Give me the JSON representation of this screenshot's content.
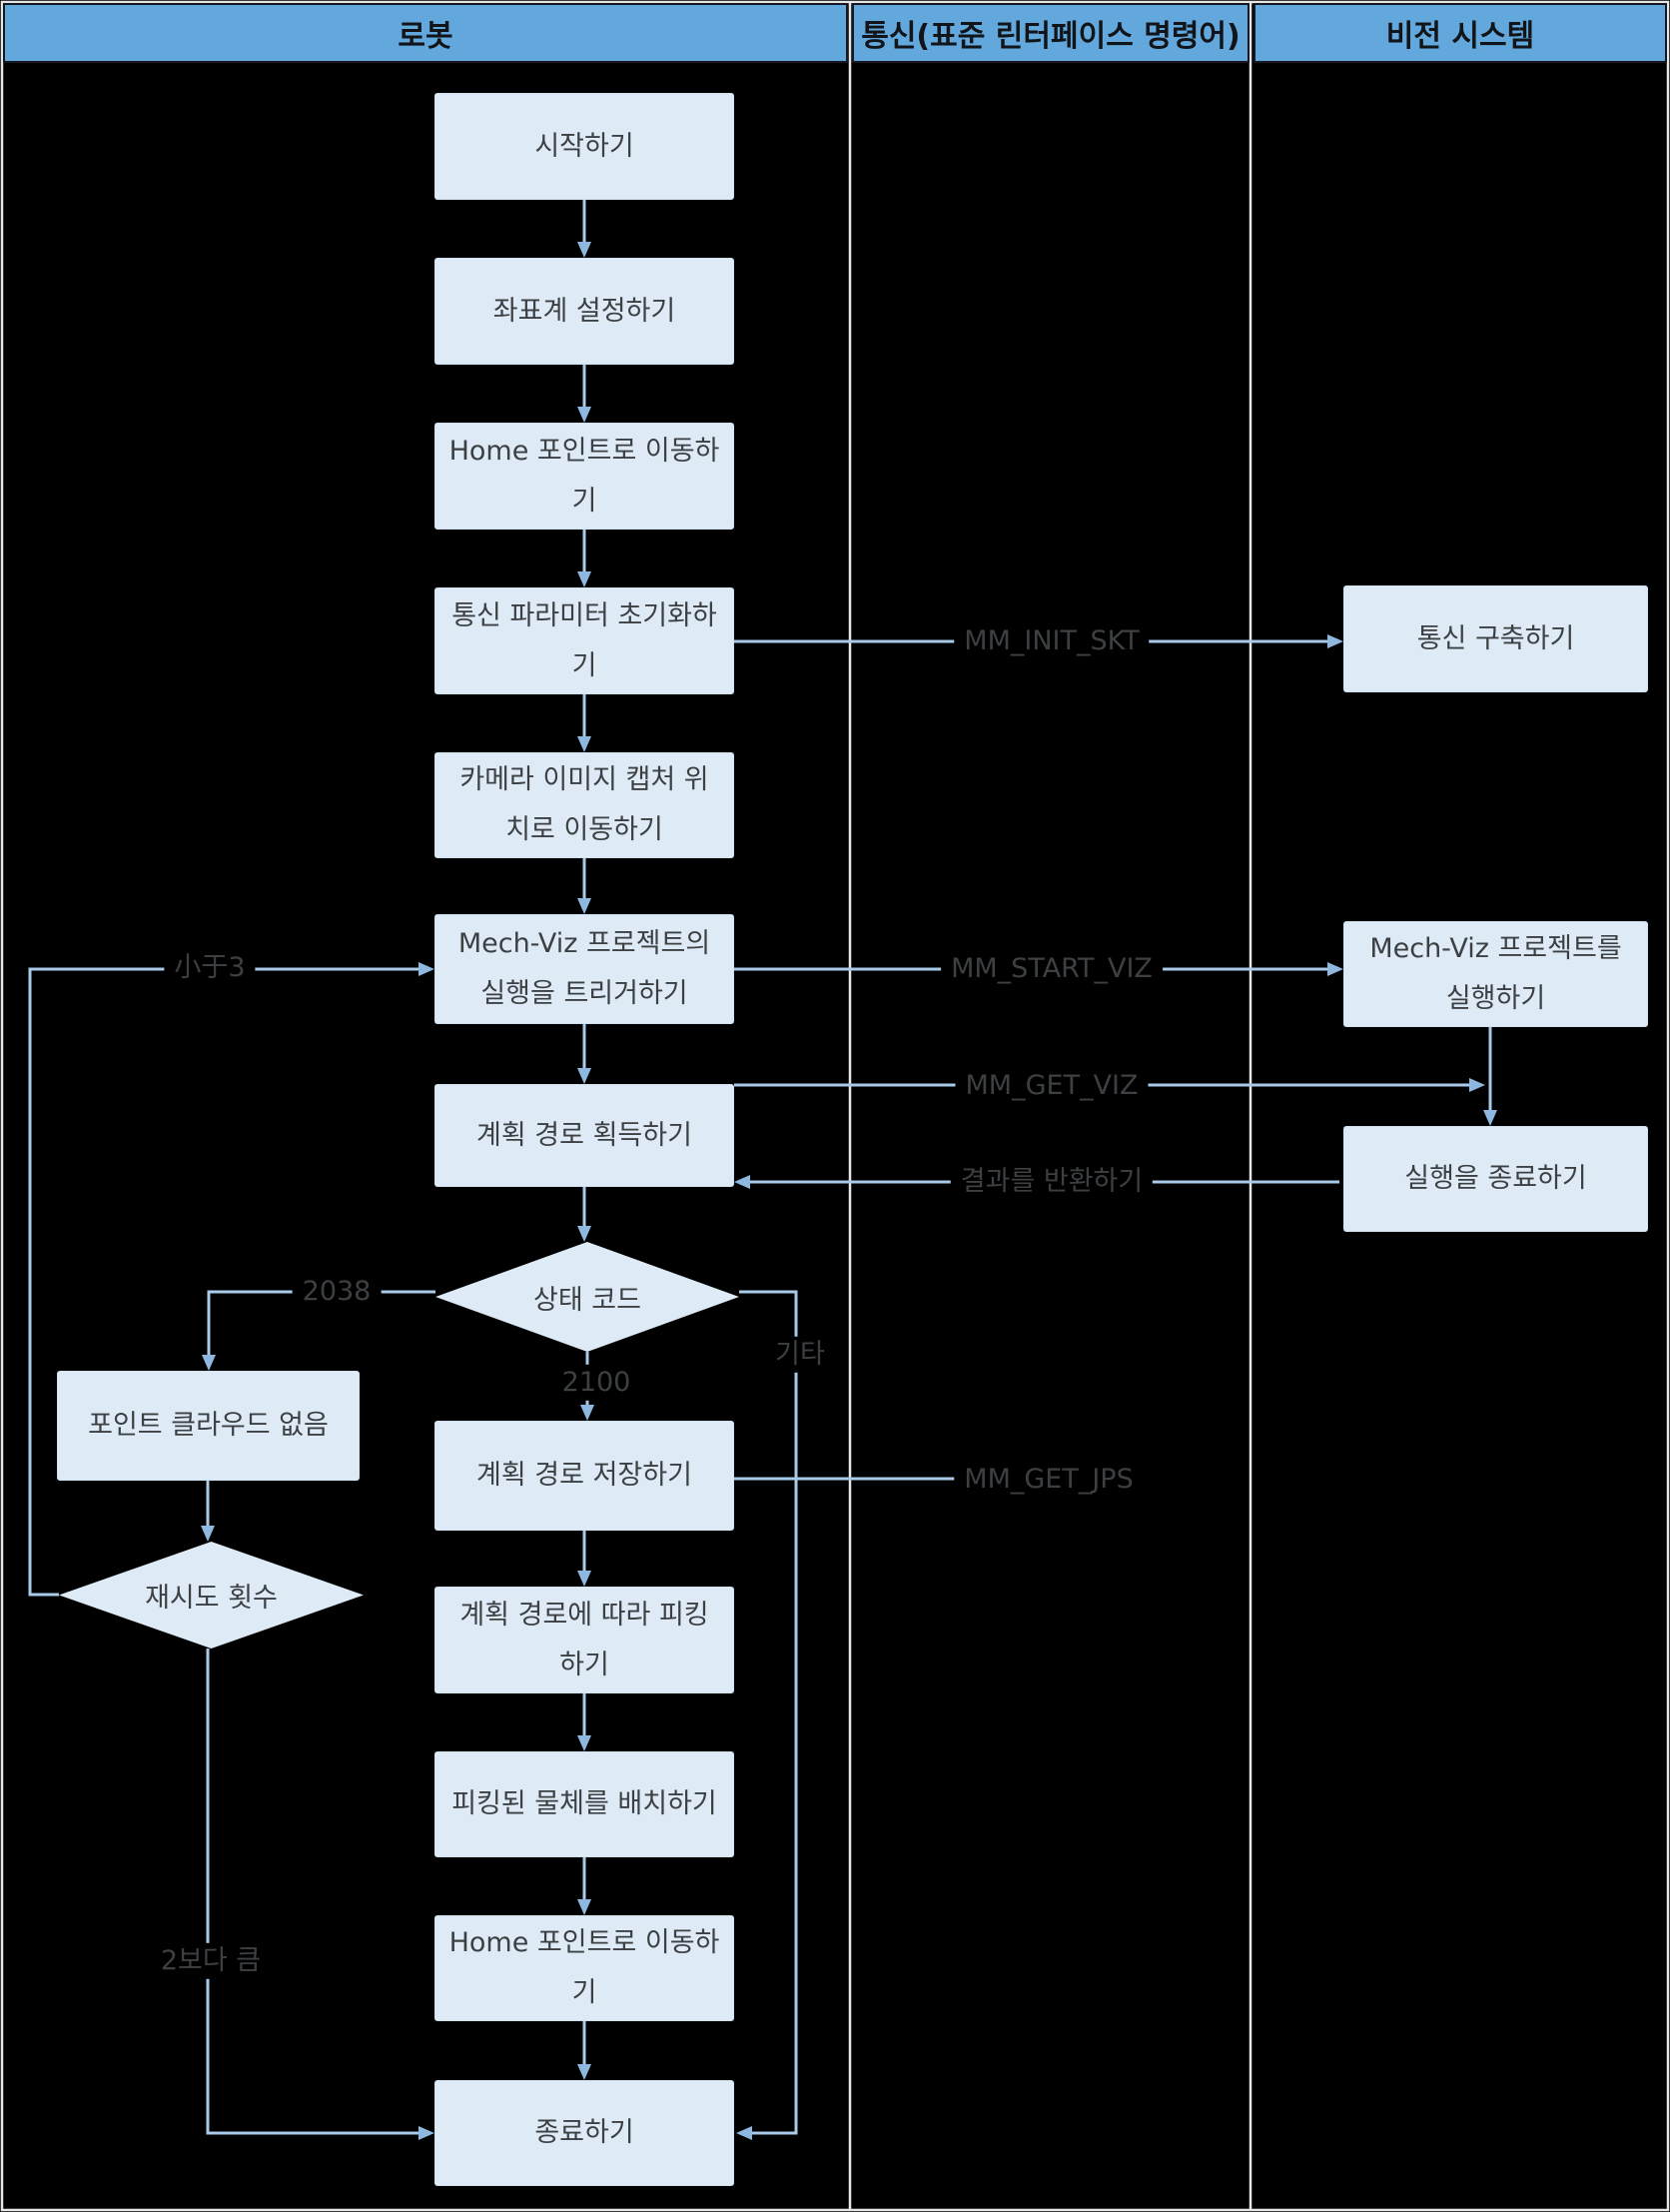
{
  "lanes": {
    "robot": {
      "label": "로봇"
    },
    "comm": {
      "label": "통신(표준 린터페이스 명령어)"
    },
    "vision": {
      "label": "비전 시스템"
    }
  },
  "nodes": {
    "start": {
      "label": "시작하기"
    },
    "set_coords": {
      "label": "좌표계 설정하기"
    },
    "home1": {
      "label": "Home 포인트로 이동하기"
    },
    "init_params": {
      "label": "통신 파라미터 초기화하기"
    },
    "move_capture": {
      "label": "카메라 이미지 캡처 위치로 이동하기"
    },
    "trigger_viz": {
      "label": "Mech-Viz 프로젝트의 실행을 트리거하기"
    },
    "get_path": {
      "label": "계획 경로 획득하기"
    },
    "status_code": {
      "label": "상태 코드"
    },
    "save_path": {
      "label": "계획 경로 저장하기"
    },
    "pick": {
      "label": "계획 경로에 따라 피킹하기"
    },
    "place": {
      "label": "피킹된 물체를 배치하기"
    },
    "home2": {
      "label": "Home 포인트로 이동하기"
    },
    "end": {
      "label": "종료하기"
    },
    "no_pointcloud": {
      "label": "포인트 클라우드 없음"
    },
    "retry_count": {
      "label": "재시도 횟수"
    },
    "build_comm": {
      "label": "통신 구축하기"
    },
    "run_viz": {
      "label": "Mech-Viz 프로젝트를 실행하기"
    },
    "end_exec": {
      "label": "실행을 종료하기"
    }
  },
  "edge_labels": {
    "mm_init_skt": "MM_INIT_SKT",
    "mm_start_viz": "MM_START_VIZ",
    "mm_get_viz": "MM_GET_VIZ",
    "return_result": "결과를 반환하기",
    "mm_get_jps": "MM_GET_JPS",
    "less_than_3": "小于3",
    "code_2038": "2038",
    "code_2100": "2100",
    "other": "기타",
    "greater_than_2": "2보다 큼"
  },
  "colors": {
    "header_fill": "#63a8dc",
    "header_border": "#15181e",
    "header_text": "#111418",
    "node_fill": "#deebf7",
    "node_border": "#cfe2f3",
    "node_text": "#3d4043",
    "connector": "#a9cbe9",
    "arrowhead": "#8fb8e0",
    "lane_divider": "#e7e6e6",
    "background": "#000000"
  }
}
